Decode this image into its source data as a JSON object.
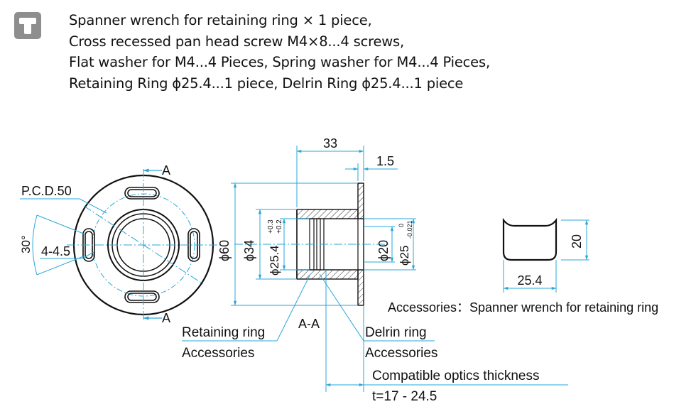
{
  "header": {
    "icon": "tool-icon",
    "icon_color": "#8e8e8e",
    "lines": [
      "Spanner wrench for retaining ring × 1 piece,",
      "Cross recessed pan head screw M4×8...4 screws,",
      "Flat washer for M4...4 Pieces, Spring washer for M4...4 Pieces,",
      "Retaining Ring ϕ25.4...1 piece, Delrin Ring ϕ25.4...1 piece"
    ]
  },
  "front_view": {
    "section_mark_top": "A",
    "section_mark_bottom": "A",
    "pcd_label": "P.C.D.50",
    "angle_label": "30°",
    "hole_label": "4-4.5"
  },
  "section_view": {
    "dim_length": "33",
    "dim_flange": "1.5",
    "dim_phi60": "ϕ60",
    "dim_phi34": "ϕ34",
    "dim_phi25_4": "ϕ25.4",
    "dim_phi25_4_tol_upper": "+0.3",
    "dim_phi25_4_tol_lower": "+0.2",
    "dim_phi20": "ϕ20",
    "dim_phi25": "ϕ25",
    "dim_phi25_tol_upper": "0",
    "dim_phi25_tol_lower": "-0.021",
    "section_label": "A-A",
    "retaining_ring_label": "Retaining ring",
    "retaining_ring_sub": "Accessories",
    "delrin_ring_label": "Delrin ring",
    "delrin_ring_sub": "Accessories",
    "optics_label": "Compatible optics thickness",
    "optics_value": "t=17 - 24.5"
  },
  "wrench_view": {
    "dim_height": "20",
    "dim_width": "25.4",
    "caption": "Accessories：Spanner wrench for retaining ring"
  },
  "colors": {
    "dimension": "#2aa7d8",
    "outline": "#111111",
    "hatch": "#333333"
  }
}
